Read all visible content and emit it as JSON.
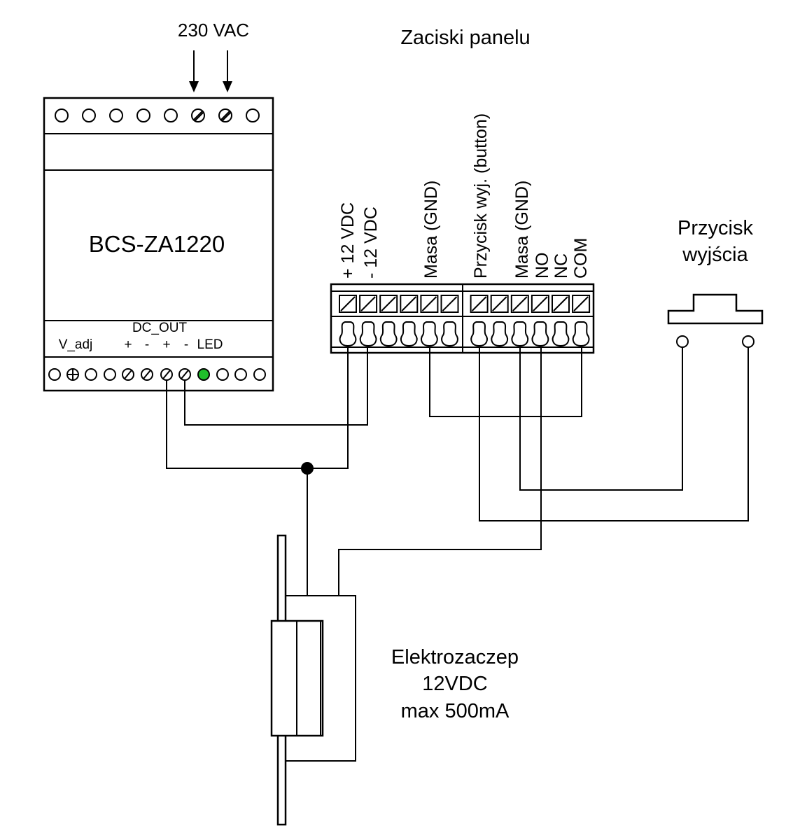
{
  "mains_label": "230 VAC",
  "panel_terminals_title": "Zaciski panelu",
  "psu": {
    "model": "BCS-ZA1220",
    "dc_out_label": "DC_OUT",
    "v_adj_label": "V_adj",
    "terminal_marks": [
      "+",
      "-",
      "+",
      "-"
    ],
    "led_label": "LED",
    "led_color": "#1fbf2b"
  },
  "panel": {
    "terminal_labels": [
      "+ 12 VDC",
      "- 12 VDC",
      "Masa (GND)",
      "Przycisk wyj. (button)",
      "Masa (GND)",
      "NO",
      "NC",
      "COM"
    ]
  },
  "exit_button": {
    "title_line1": "Przycisk",
    "title_line2": "wyjścia"
  },
  "strike": {
    "line1": "Elektrozaczep",
    "line2": "12VDC",
    "line3": "max 500mA"
  }
}
